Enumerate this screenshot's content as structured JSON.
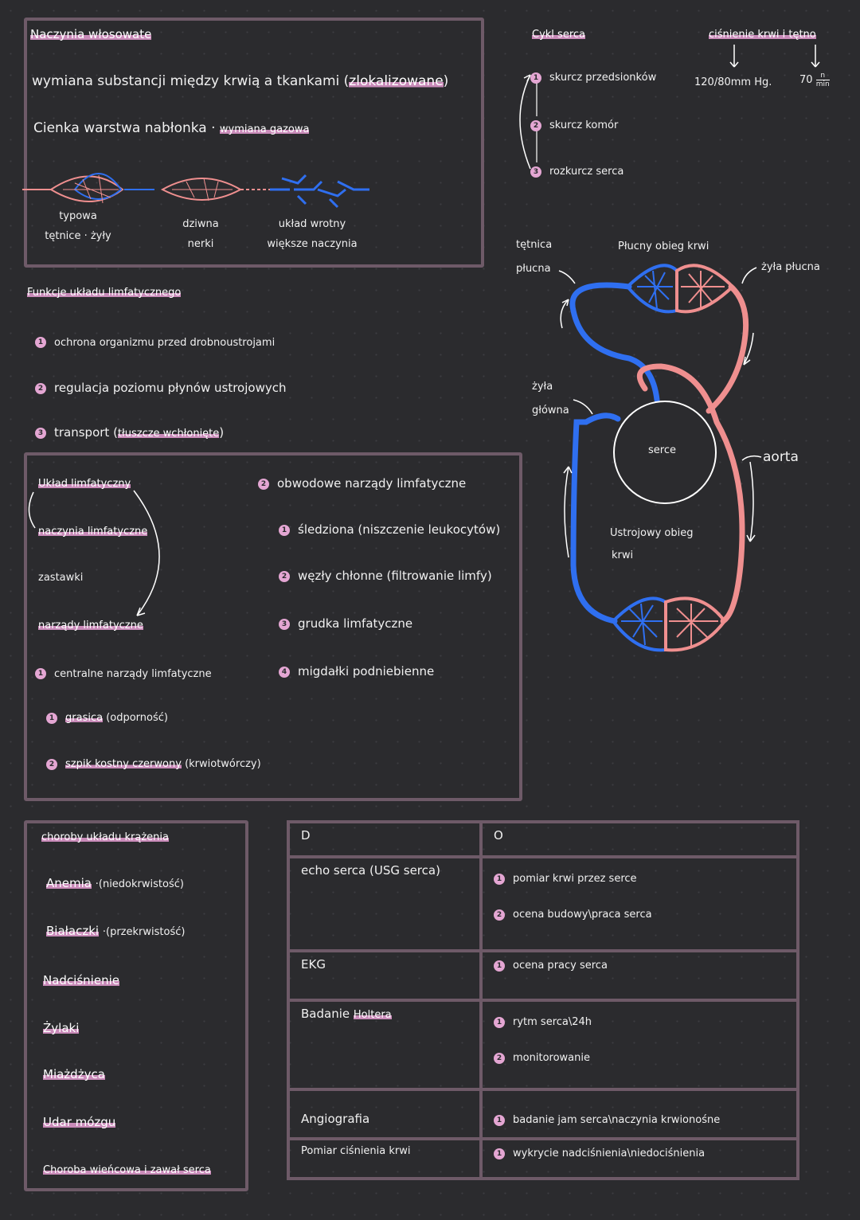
{
  "capillaries": {
    "title": "Naczynia włosowate",
    "line1": "wymiana substancji między krwią a tkankami (",
    "line1_hl": "zlokalizowane",
    "line1_end": ")",
    "line2": "Cienka warstwa nabłonka ·",
    "line2_hl": "wymiana gazowa",
    "types": [
      {
        "name": "typowa",
        "sub": "tętnice · żyły"
      },
      {
        "name": "dziwna",
        "sub": "nerki"
      },
      {
        "name": "układ wrotny",
        "sub": "większe naczynia"
      }
    ]
  },
  "lymph_functions": {
    "title": "Funkcje układu limfatycznego",
    "items": [
      {
        "n": "1",
        "text": "ochrona organizmu przed drobnoustrojami"
      },
      {
        "n": "2",
        "text": "regulacja poziomu płynów ustrojowych"
      },
      {
        "n": "3",
        "text": "transport (",
        "hl": "tłuszcze wchłonięte",
        "end": ")"
      }
    ]
  },
  "lymph_system": {
    "title": "Układ limfatyczny",
    "parts": [
      "naczynia limfatyczne",
      "zastawki",
      "narządy limfatyczne"
    ],
    "central": {
      "n": "1",
      "title": "centralne narządy limfatyczne",
      "items": [
        {
          "n": "1",
          "hl": "grasica",
          "text": "(odporność)"
        },
        {
          "n": "2",
          "hl": "szpik kostny czerwony",
          "text": "(krwiotwórczy)"
        }
      ]
    },
    "peripheral": {
      "n": "2",
      "title": "obwodowe narządy limfatyczne",
      "items": [
        {
          "n": "1",
          "text": "śledziona (niszczenie leukocytów)"
        },
        {
          "n": "2",
          "text": "węzły chłonne (filtrowanie limfy)"
        },
        {
          "n": "3",
          "text": "grudka limfatyczne"
        },
        {
          "n": "4",
          "text": "migdałki podniebienne"
        }
      ]
    }
  },
  "cycle": {
    "title": "Cykl serca",
    "steps": [
      {
        "n": "1",
        "text": "skurcz przedsionków"
      },
      {
        "n": "2",
        "text": "skurcz komór"
      },
      {
        "n": "3",
        "text": "rozkurcz serca"
      }
    ]
  },
  "pressure": {
    "title": "ciśnienie krwi i tętno",
    "bp": "120/80mm Hg.",
    "pulse_num": "70",
    "pulse_unit_top": "n",
    "pulse_unit_bottom": "min"
  },
  "heart_diagram": {
    "tetnica": "tętnica",
    "plucna": "płucna",
    "pulmonary": "Płucny obieg krwi",
    "zyla_plucna": "żyła płucna",
    "zyla": "żyła",
    "glowna": "główna",
    "serce": "serce",
    "aorta": "aorta",
    "systemic_1": "Ustrojowy obieg",
    "systemic_2": "krwi",
    "colors": {
      "venous": "#2f6ff0",
      "arterial": "#ef8f8f"
    }
  },
  "diseases": {
    "title": "choroby układu krążenia",
    "items": [
      {
        "name": "Anemia",
        "note": "·(niedokrwistość)"
      },
      {
        "name": "Białaczki",
        "note": "·(przekrwistość)"
      },
      {
        "name": "Nadciśnienie",
        "note": ""
      },
      {
        "name": "Żylaki",
        "note": ""
      },
      {
        "name": "Miażdżyca",
        "note": ""
      },
      {
        "name": "Udar mózgu",
        "note": ""
      },
      {
        "name": "Choroba wieńcowa i zawał serca",
        "note": ""
      }
    ]
  },
  "diag_table": {
    "col_d": "D",
    "col_o": "O",
    "rows": [
      {
        "d": "echo serca (USG serca)",
        "d_hl": "",
        "o": [
          {
            "n": "1",
            "t": "pomiar krwi przez serce"
          },
          {
            "n": "2",
            "t": "ocena budowy\\praca serca"
          }
        ]
      },
      {
        "d": "EKG",
        "d_hl": "",
        "o": [
          {
            "n": "1",
            "t": "ocena pracy serca"
          }
        ]
      },
      {
        "d": "Badanie",
        "d_hl": "Holtera",
        "o": [
          {
            "n": "1",
            "t": "rytm serca\\24h"
          },
          {
            "n": "2",
            "t": "monitorowanie"
          }
        ]
      },
      {
        "d": "Angiografia",
        "d_hl": "",
        "o": [
          {
            "n": "1",
            "t": "badanie jam serca\\naczynia krwionośne"
          }
        ]
      },
      {
        "d": "Pomiar ciśnienia krwi",
        "d_hl": "",
        "o": [
          {
            "n": "1",
            "t": "wykrycie nadciśnienia\\niedociśnienia"
          }
        ]
      }
    ]
  }
}
